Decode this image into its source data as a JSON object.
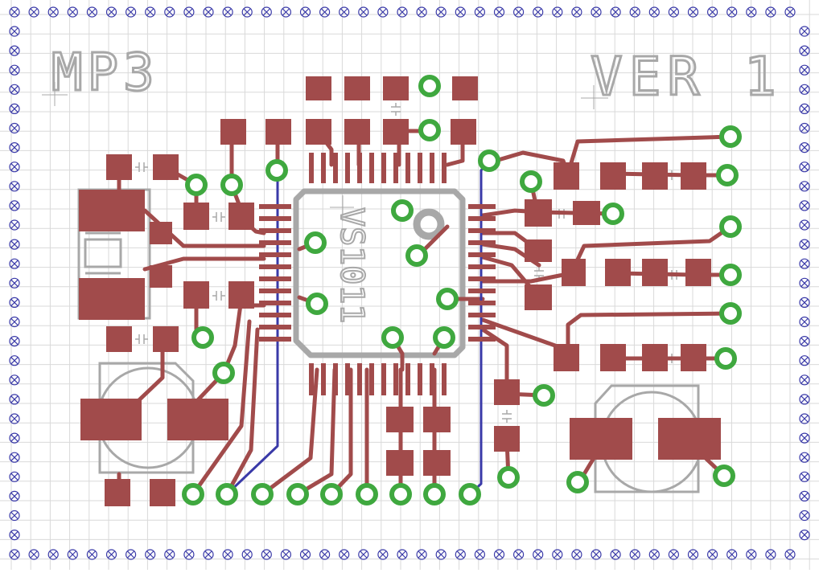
{
  "board": {
    "title_text": "MP3",
    "version_text": "VER 1",
    "chip_label": "VS1011"
  },
  "colors": {
    "background": "#ffffff",
    "grid": "#d9d9d9",
    "pad": "#a14b4b",
    "trace_top": "#a14b4b",
    "trace_bottom": "#3a3aa8",
    "via_ring": "#3fa83f",
    "silkscreen": "#a8a8a8",
    "frame_hole": "#3a3aa8"
  }
}
